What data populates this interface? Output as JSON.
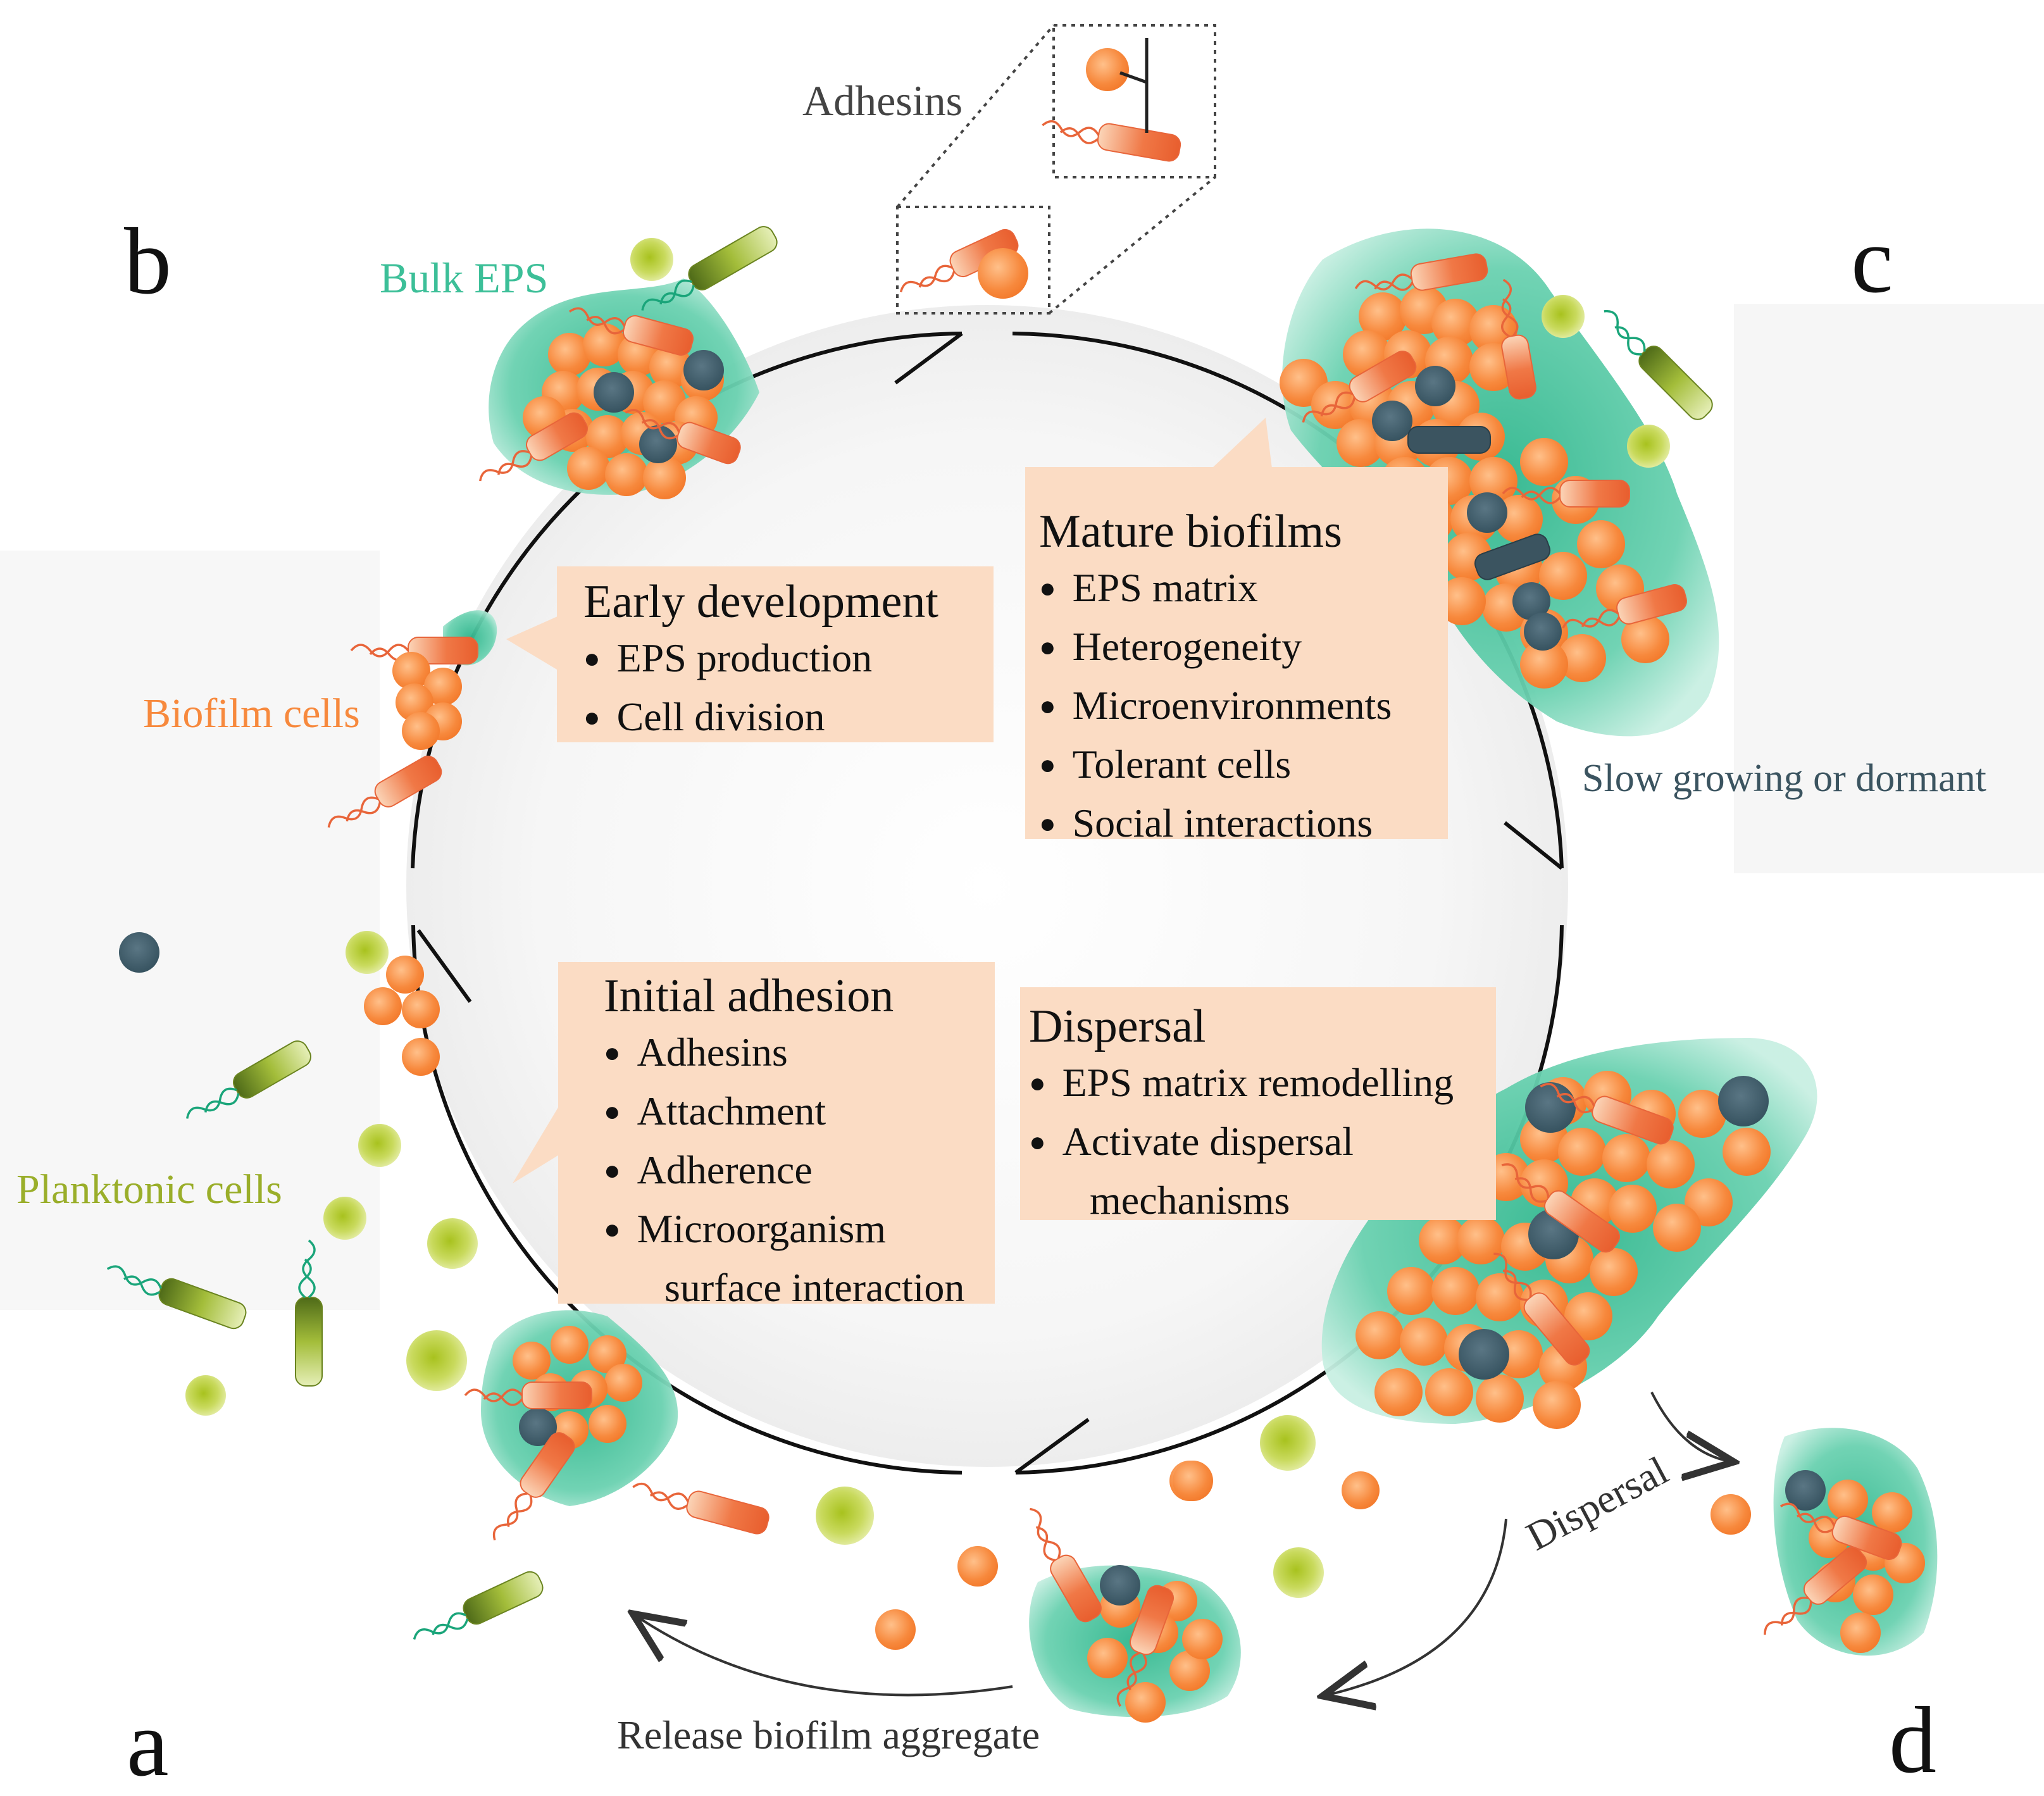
{
  "colors": {
    "eps": "#3cbf98",
    "biofilm_cell": "#f7893d",
    "dormant_cell": "#3b5460",
    "planktonic_cell": "#b8cc2e",
    "bubble": "#fbdcc4"
  },
  "letters": {
    "a": "a",
    "b": "b",
    "c": "c",
    "d": "d"
  },
  "labels": {
    "adhesins": "Adhesins",
    "bulk_eps": "Bulk EPS",
    "biofilm_cells": "Biofilm cells",
    "planktonic_cells": "Planktonic cells",
    "slow_growing": "Slow growing or dormant",
    "dispersal_arrow": "Dispersal",
    "release": "Release biofilm aggregate"
  },
  "stages": {
    "early": {
      "title": "Early development",
      "items": [
        "EPS production",
        "Cell division"
      ]
    },
    "mature": {
      "title": "Mature biofilms",
      "items": [
        "EPS matrix",
        "Heterogeneity",
        "Microenvironments",
        "Tolerant cells",
        "Social interactions"
      ]
    },
    "initial": {
      "title": "Initial adhesion",
      "items": [
        "Adhesins",
        "Attachment",
        "Adherence",
        "Microorganism"
      ],
      "continuation": "surface interaction"
    },
    "dispersal": {
      "title": "Dispersal",
      "items": [
        "EPS matrix remodelling",
        "Activate dispersal"
      ],
      "continuation": "mechanisms"
    }
  }
}
